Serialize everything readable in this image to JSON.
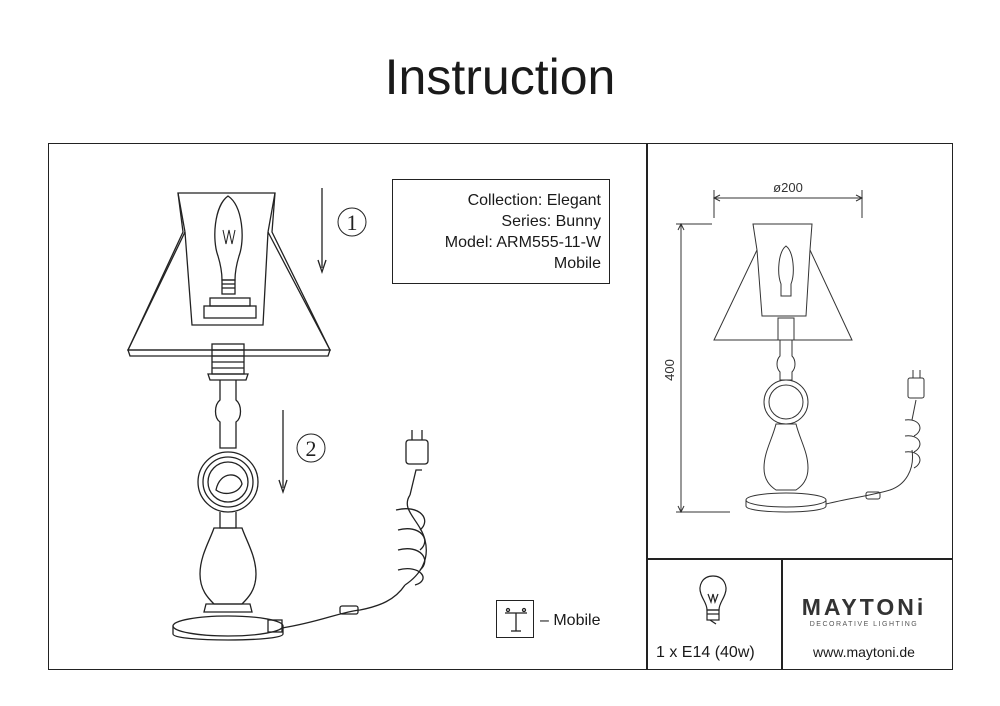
{
  "title": "Instruction",
  "info": {
    "collection": "Collection: Elegant",
    "series": "Series: Bunny",
    "model": "Model: ARM555-11-W",
    "sub": "Mobile"
  },
  "steps": {
    "step1": "1",
    "step2": "2"
  },
  "dimensions": {
    "width": "ø200",
    "height": "400"
  },
  "legend": {
    "label": "– Mobile"
  },
  "bulb_spec": "1 x E14 (40w)",
  "brand": {
    "name": "MAYTONi",
    "tagline": "DECORATIVE LIGHTING"
  },
  "website": "www.maytoni.de"
}
